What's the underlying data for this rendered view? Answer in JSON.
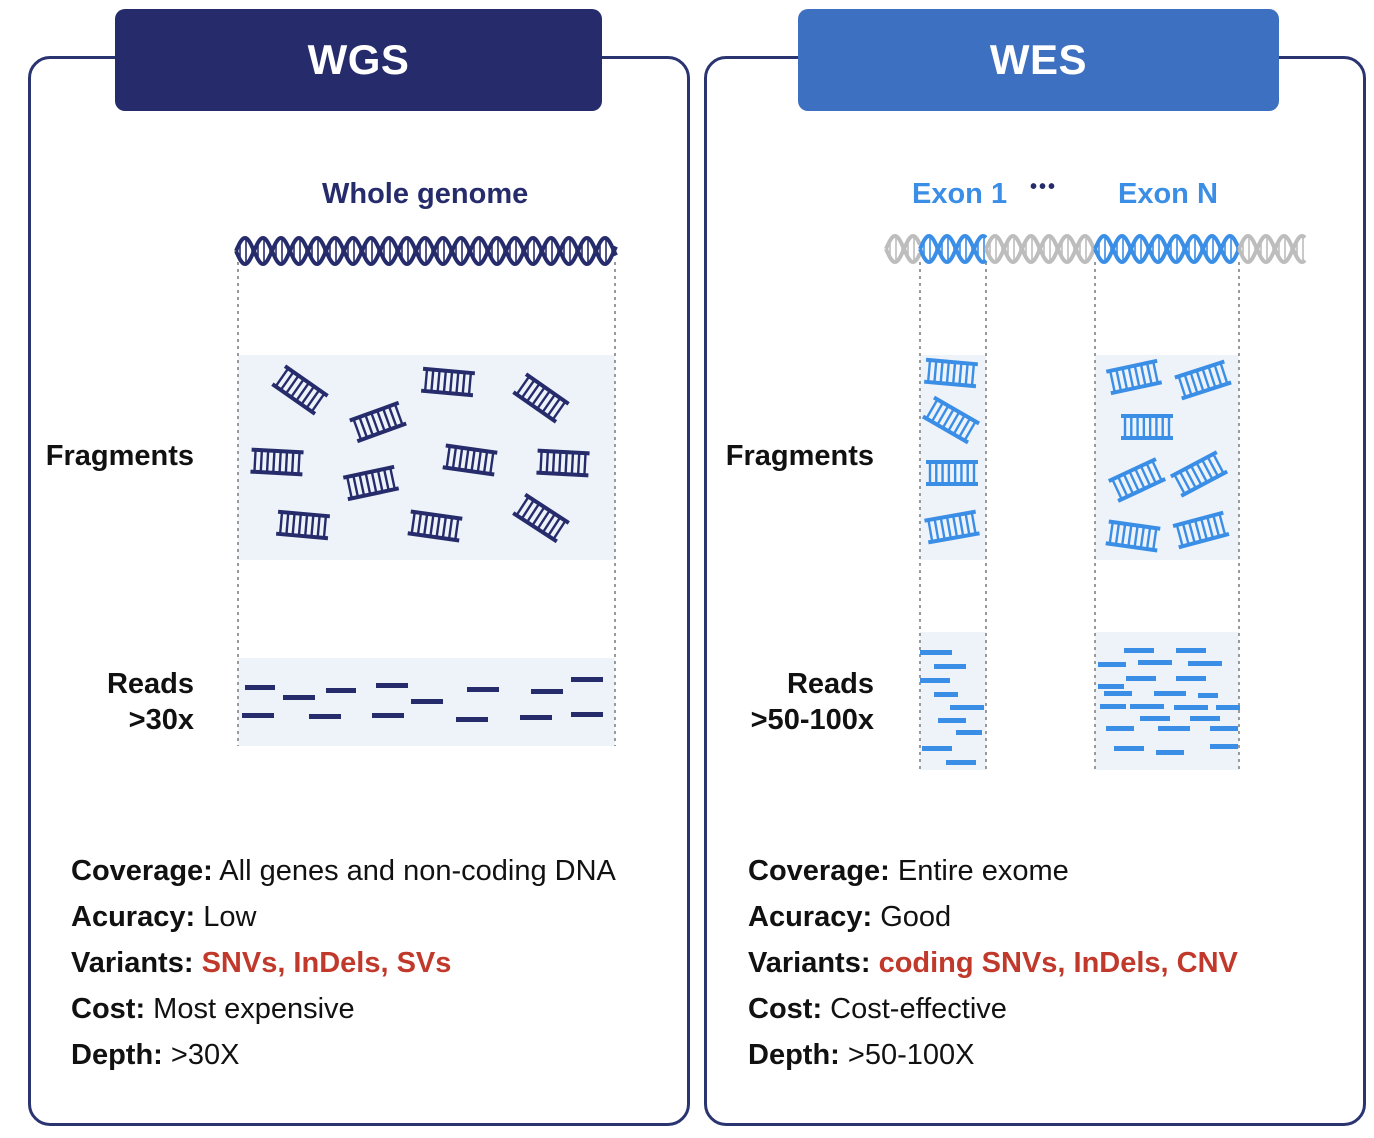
{
  "wgs": {
    "title": "WGS",
    "region_label": "Whole genome",
    "fragments_label": "Fragments",
    "reads_label_line1": "Reads",
    "reads_label_line2": ">30x",
    "rows": [
      {
        "key": "Coverage:",
        "value": "All genes and non-coding DNA",
        "highlight": false
      },
      {
        "key": "Acuracy:",
        "value": "Low",
        "highlight": false
      },
      {
        "key": "Variants:",
        "value": "SNVs, InDels, SVs",
        "highlight": true
      },
      {
        "key": "Cost:",
        "value": "Most expensive",
        "highlight": false
      },
      {
        "key": "Depth:",
        "value": ">30X",
        "highlight": false
      }
    ]
  },
  "wes": {
    "title": "WES",
    "exon1_label": "Exon 1",
    "ellipsis": "•••",
    "exonN_label": "Exon N",
    "fragments_label": "Fragments",
    "reads_label_line1": "Reads",
    "reads_label_line2": ">50-100x",
    "rows": [
      {
        "key": "Coverage:",
        "value": "Entire exome",
        "highlight": false
      },
      {
        "key": "Acuracy:",
        "value": "Good",
        "highlight": false
      },
      {
        "key": "Variants:",
        "value": "coding SNVs, InDels, CNV",
        "highlight": true
      },
      {
        "key": "Cost:",
        "value": "Cost-effective",
        "highlight": false
      },
      {
        "key": "Depth:",
        "value": ">50-100X",
        "highlight": false
      }
    ]
  },
  "colors": {
    "wgs_dark": "#262c6b",
    "wes_blue": "#3d70c0",
    "exon_blue": "#3a8ee6",
    "highlight_red": "#c0392b",
    "band_fill": "#eef3fa",
    "dna_gray": "#bdbdbd"
  }
}
